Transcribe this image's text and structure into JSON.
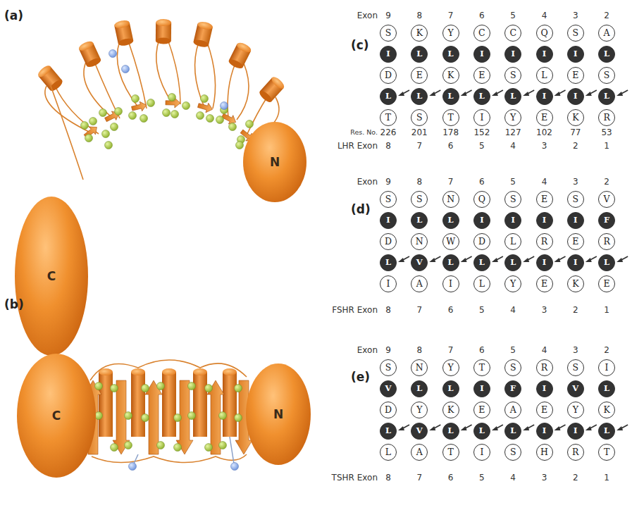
{
  "diagram": {
    "nodes": [
      {
        "text": [
          "C"
        ]
      },
      {
        "text": [
          "N"
        ]
      },
      {
        "text": [
          "C"
        ]
      },
      {
        "text": [
          "N"
        ]
      },
      {
        "text": [
          "S"
        ]
      },
      {
        "text": [
          "K"
        ]
      },
      {
        "text": [
          "Y"
        ]
      },
      {
        "text": [
          "C"
        ]
      },
      {
        "text": [
          "C"
        ]
      },
      {
        "text": [
          "Q"
        ]
      },
      {
        "text": [
          "S"
        ]
      },
      {
        "text": [
          "A"
        ]
      },
      {
        "text": [
          "I"
        ]
      },
      {
        "text": [
          "L"
        ]
      },
      {
        "text": [
          "L"
        ]
      },
      {
        "text": [
          "I"
        ]
      },
      {
        "text": [
          "I"
        ]
      },
      {
        "text": [
          "I"
        ]
      },
      {
        "text": [
          "I"
        ]
      },
      {
        "text": [
          "L"
        ]
      },
      {
        "text": [
          "D"
        ]
      },
      {
        "text": [
          "E"
        ]
      },
      {
        "text": [
          "K"
        ]
      },
      {
        "text": [
          "E"
        ]
      },
      {
        "text": [
          "S"
        ]
      },
      {
        "text": [
          "L"
        ]
      },
      {
        "text": [
          "E"
        ]
      },
      {
        "text": [
          "S"
        ]
      },
      {
        "text": [
          "L"
        ]
      },
      {
        "text": [
          "L"
        ]
      },
      {
        "text": [
          "L"
        ]
      },
      {
        "text": [
          "L"
        ]
      },
      {
        "text": [
          "L"
        ]
      },
      {
        "text": [
          "I"
        ]
      },
      {
        "text": [
          "I"
        ]
      },
      {
        "text": [
          "L"
        ]
      },
      {
        "text": [
          "T"
        ]
      },
      {
        "text": [
          "S"
        ]
      },
      {
        "text": [
          "T"
        ]
      },
      {
        "text": [
          "I"
        ]
      },
      {
        "text": [
          "Y"
        ]
      },
      {
        "text": [
          "E"
        ]
      },
      {
        "text": [
          "K"
        ]
      },
      {
        "text": [
          "R"
        ]
      },
      {
        "text": [
          "S"
        ]
      },
      {
        "text": [
          "S"
        ]
      },
      {
        "text": [
          "N"
        ]
      },
      {
        "text": [
          "Q"
        ]
      },
      {
        "text": [
          "S"
        ]
      },
      {
        "text": [
          "E"
        ]
      },
      {
        "text": [
          "S"
        ]
      },
      {
        "text": [
          "V"
        ]
      },
      {
        "text": [
          "I"
        ]
      },
      {
        "text": [
          "L"
        ]
      },
      {
        "text": [
          "L"
        ]
      },
      {
        "text": [
          "I"
        ]
      },
      {
        "text": [
          "I"
        ]
      },
      {
        "text": [
          "I"
        ]
      },
      {
        "text": [
          "I"
        ]
      },
      {
        "text": [
          "F"
        ]
      },
      {
        "text": [
          "D"
        ]
      },
      {
        "text": [
          "N"
        ]
      },
      {
        "text": [
          "W"
        ]
      },
      {
        "text": [
          "D"
        ]
      },
      {
        "text": [
          "L"
        ]
      },
      {
        "text": [
          "R"
        ]
      },
      {
        "text": [
          "E"
        ]
      },
      {
        "text": [
          "R"
        ]
      },
      {
        "text": [
          "L"
        ]
      },
      {
        "text": [
          "V"
        ]
      },
      {
        "text": [
          "L"
        ]
      },
      {
        "text": [
          "L"
        ]
      },
      {
        "text": [
          "L"
        ]
      },
      {
        "text": [
          "I"
        ]
      },
      {
        "text": [
          "I"
        ]
      },
      {
        "text": [
          "L"
        ]
      },
      {
        "text": [
          "I"
        ]
      },
      {
        "text": [
          "A"
        ]
      },
      {
        "text": [
          "I"
        ]
      },
      {
        "text": [
          "L"
        ]
      },
      {
        "text": [
          "Y"
        ]
      },
      {
        "text": [
          "E"
        ]
      },
      {
        "text": [
          "K"
        ]
      },
      {
        "text": [
          "E"
        ]
      },
      {
        "text": [
          "S"
        ]
      },
      {
        "text": [
          "N"
        ]
      },
      {
        "text": [
          "Y"
        ]
      },
      {
        "text": [
          "T"
        ]
      },
      {
        "text": [
          "S"
        ]
      },
      {
        "text": [
          "R"
        ]
      },
      {
        "text": [
          "S"
        ]
      },
      {
        "text": [
          "I"
        ]
      },
      {
        "text": [
          "V"
        ]
      },
      {
        "text": [
          "L"
        ]
      },
      {
        "text": [
          "L"
        ]
      },
      {
        "text": [
          "I"
        ]
      },
      {
        "text": [
          "F"
        ]
      },
      {
        "text": [
          "I"
        ]
      },
      {
        "text": [
          "V"
        ]
      },
      {
        "text": [
          "L"
        ]
      },
      {
        "text": [
          "D"
        ]
      },
      {
        "text": [
          "Y"
        ]
      },
      {
        "text": [
          "K"
        ]
      },
      {
        "text": [
          "E"
        ]
      },
      {
        "text": [
          "A"
        ]
      },
      {
        "text": [
          "E"
        ]
      },
      {
        "text": [
          "Y"
        ]
      },
      {
        "text": [
          "K"
        ]
      },
      {
        "text": [
          "L"
        ]
      },
      {
        "text": [
          "V"
        ]
      },
      {
        "text": [
          "L"
        ]
      },
      {
        "text": [
          "L"
        ]
      },
      {
        "text": [
          "L"
        ]
      },
      {
        "text": [
          "I"
        ]
      },
      {
        "text": [
          "I"
        ]
      },
      {
        "text": [
          "L"
        ]
      },
      {
        "text": [
          "L"
        ]
      },
      {
        "text": [
          "A"
        ]
      },
      {
        "text": [
          "T"
        ]
      },
      {
        "text": [
          "I"
        ]
      },
      {
        "text": [
          "S"
        ]
      },
      {
        "text": [
          "H"
        ]
      },
      {
        "text": [
          "R"
        ]
      },
      {
        "text": [
          "T"
        ]
      }
    ],
    "labels": [
      "(a)",
      "(b)",
      "(c)",
      "Exon",
      "9",
      "8",
      "7",
      "6",
      "5",
      "4",
      "3",
      "2",
      "Res. No.",
      "226",
      "201",
      "178",
      "152",
      "127",
      "102",
      "77",
      "53",
      "LHR Exon",
      "8",
      "7",
      "6",
      "5",
      "4",
      "3",
      "2",
      "1",
      "(d)",
      "Exon",
      "9",
      "8",
      "7",
      "6",
      "5",
      "4",
      "3",
      "2",
      "FSHR Exon",
      "8",
      "7",
      "6",
      "5",
      "4",
      "3",
      "2",
      "1",
      "(e)",
      "Exon",
      "9",
      "8",
      "7",
      "6",
      "5",
      "4",
      "3",
      "2",
      "TSHR Exon",
      "8",
      "7",
      "6",
      "5",
      "4",
      "3",
      "2",
      "1"
    ]
  }
}
